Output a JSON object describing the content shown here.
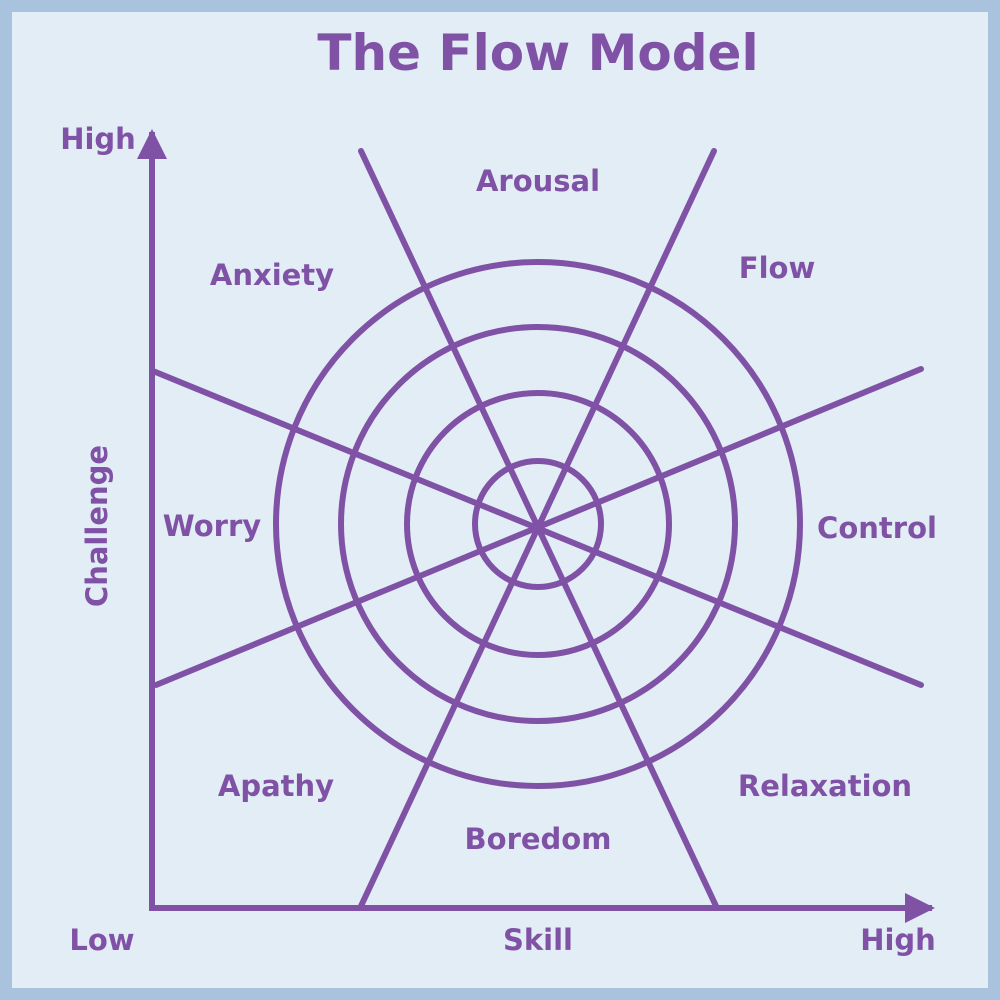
{
  "title": "The Flow Model",
  "axes": {
    "y_label": "Challenge",
    "y_high": "High",
    "x_label": "Skill",
    "x_low": "Low",
    "x_high": "High"
  },
  "regions": {
    "arousal": "Arousal",
    "flow": "Flow",
    "anxiety": "Anxiety",
    "worry": "Worry",
    "control": "Control",
    "apathy": "Apathy",
    "relaxation": "Relaxation",
    "boredom": "Boredom"
  },
  "colors": {
    "accent": "#8052a6",
    "background": "#e2edf5",
    "border": "#a9c2dd"
  }
}
